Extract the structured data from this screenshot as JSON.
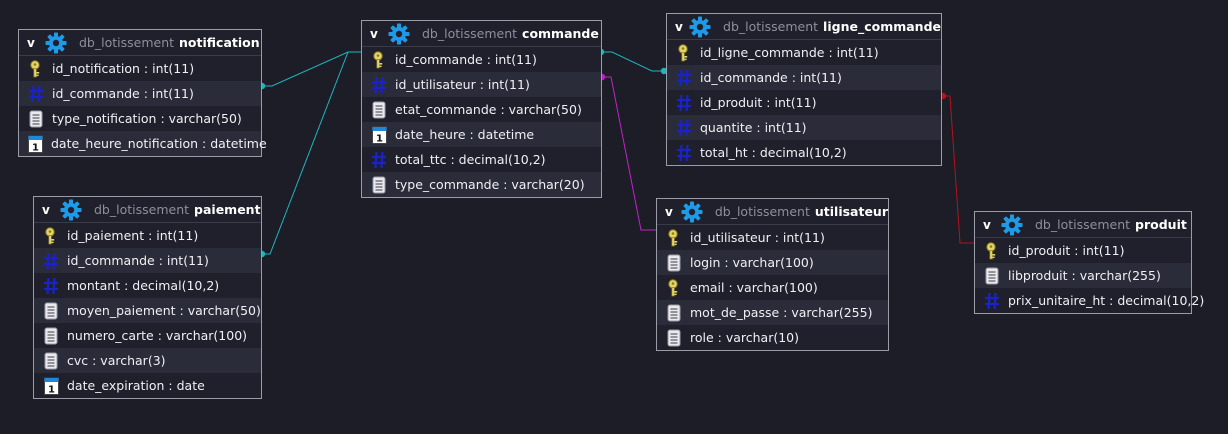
{
  "db_name": "db_lotissement",
  "toggle_label": "v",
  "colors": {
    "link_teal": "#1fb5bd",
    "link_magenta": "#c122c8",
    "link_red": "#b3141c",
    "background": "#1c1d27"
  },
  "tables": {
    "notification": {
      "name": "notification",
      "columns": [
        {
          "text": "id_notification : int(11)",
          "icon": "key-icon"
        },
        {
          "text": "id_commande : int(11)",
          "icon": "hash-icon"
        },
        {
          "text": "type_notification : varchar(50)",
          "icon": "text-icon"
        },
        {
          "text": "date_heure_notification : datetime",
          "icon": "calendar-icon"
        }
      ]
    },
    "paiement": {
      "name": "paiement",
      "columns": [
        {
          "text": "id_paiement : int(11)",
          "icon": "key-icon"
        },
        {
          "text": "id_commande : int(11)",
          "icon": "hash-icon"
        },
        {
          "text": "montant : decimal(10,2)",
          "icon": "hash-icon"
        },
        {
          "text": "moyen_paiement : varchar(50)",
          "icon": "text-icon"
        },
        {
          "text": "numero_carte : varchar(100)",
          "icon": "text-icon"
        },
        {
          "text": "cvc : varchar(3)",
          "icon": "text-icon"
        },
        {
          "text": "date_expiration : date",
          "icon": "calendar-icon"
        }
      ]
    },
    "commande": {
      "name": "commande",
      "columns": [
        {
          "text": "id_commande : int(11)",
          "icon": "key-icon"
        },
        {
          "text": "id_utilisateur : int(11)",
          "icon": "hash-icon"
        },
        {
          "text": "etat_commande : varchar(50)",
          "icon": "text-icon"
        },
        {
          "text": "date_heure : datetime",
          "icon": "calendar-icon"
        },
        {
          "text": "total_ttc : decimal(10,2)",
          "icon": "hash-icon"
        },
        {
          "text": "type_commande : varchar(20)",
          "icon": "text-icon"
        }
      ]
    },
    "ligne_commande": {
      "name": "ligne_commande",
      "columns": [
        {
          "text": "id_ligne_commande : int(11)",
          "icon": "key-icon"
        },
        {
          "text": "id_commande : int(11)",
          "icon": "hash-icon"
        },
        {
          "text": "id_produit : int(11)",
          "icon": "hash-icon"
        },
        {
          "text": "quantite : int(11)",
          "icon": "hash-icon"
        },
        {
          "text": "total_ht : decimal(10,2)",
          "icon": "hash-icon"
        }
      ]
    },
    "utilisateur": {
      "name": "utilisateur",
      "columns": [
        {
          "text": "id_utilisateur : int(11)",
          "icon": "key-icon"
        },
        {
          "text": "login : varchar(100)",
          "icon": "text-icon"
        },
        {
          "text": "email : varchar(100)",
          "icon": "key-icon"
        },
        {
          "text": "mot_de_passe : varchar(255)",
          "icon": "text-icon"
        },
        {
          "text": "role : varchar(10)",
          "icon": "text-icon"
        }
      ]
    },
    "produit": {
      "name": "produit",
      "columns": [
        {
          "text": "id_produit : int(11)",
          "icon": "key-icon"
        },
        {
          "text": "libproduit : varchar(255)",
          "icon": "text-icon"
        },
        {
          "text": "prix_unitaire_ht : decimal(10,2)",
          "icon": "hash-icon"
        }
      ]
    }
  }
}
